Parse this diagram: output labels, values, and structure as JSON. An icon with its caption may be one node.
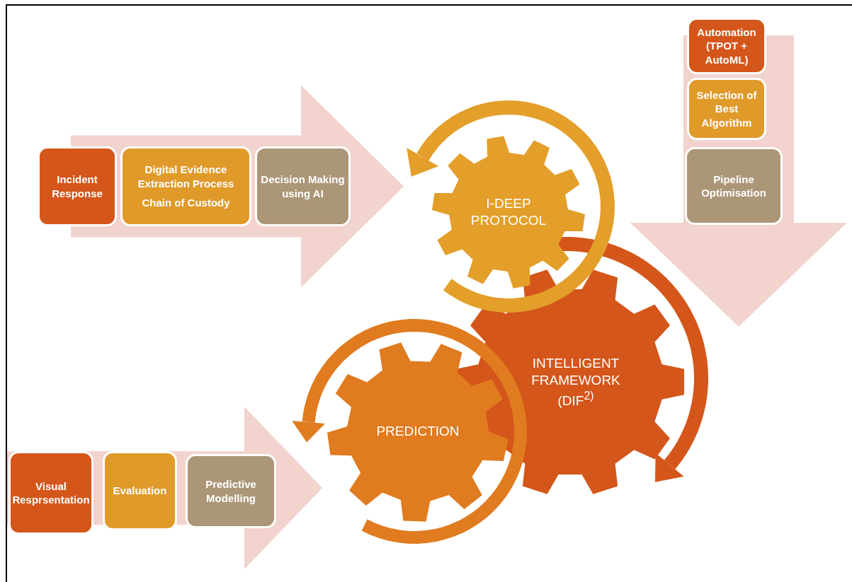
{
  "diagram": {
    "nodes": [
      {
        "text": [
          "Incident Response"
        ]
      },
      {
        "text": [
          "Digital Evidence Extraction Process",
          "Chain of Custody"
        ]
      },
      {
        "text": [
          "Decision Making using AI"
        ]
      },
      {
        "text": [
          "Automation (TPOT + AutoML)"
        ]
      },
      {
        "text": [
          "Selection of Best Algorithm"
        ]
      },
      {
        "text": [
          "Pipeline Optimisation"
        ]
      },
      {
        "text": [
          "I-DEEP PROTOCOL"
        ]
      },
      {
        "text": [
          "INTELLIGENT FRAMEWORK (DIF$^{2)}$"
        ]
      },
      {
        "text": [
          "PREDICTION"
        ]
      },
      {
        "text": [
          "Visual Resprsentation"
        ]
      },
      {
        "text": [
          "Evaluation"
        ]
      },
      {
        "text": [
          "Predictive Modelling"
        ]
      }
    ],
    "edges": [
      {
        "from": 0,
        "to": 6,
        "arrow": "to",
        "style": "thick"
      },
      {
        "from": 3,
        "to": 7,
        "arrow": "to",
        "style": "thick"
      },
      {
        "from": 9,
        "to": 8,
        "arrow": "to",
        "style": "thick"
      }
    ]
  }
}
